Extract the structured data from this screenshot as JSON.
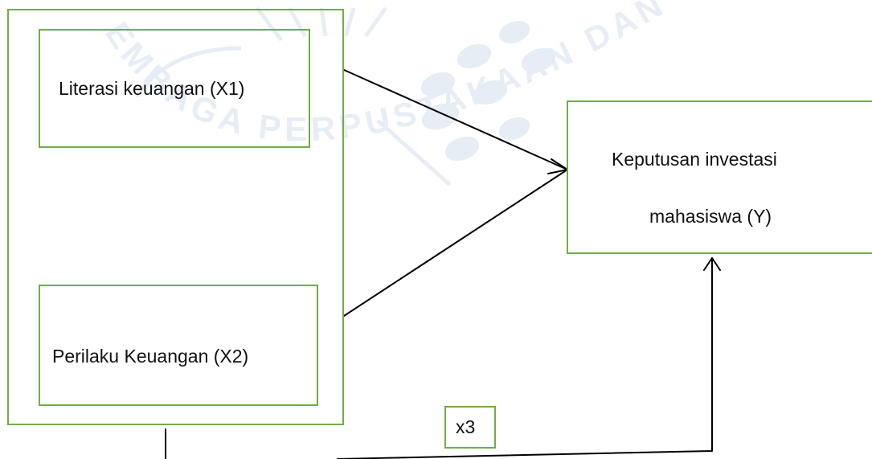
{
  "diagram": {
    "nodes": {
      "x1": {
        "label": "Literasi keuangan (X1)"
      },
      "x2": {
        "label": "Perilaku Keuangan (X2)"
      },
      "y": {
        "line1": "Keputusan investasi",
        "line2": "mahasiswa (Y)"
      },
      "x3": {
        "label": "x3"
      }
    },
    "watermark_text": "EMBAGA PERPUSTAKAAN DAN PENERBITAN"
  },
  "colors": {
    "box_border": "#70ad47",
    "arrow": "#000000",
    "text": "#111111",
    "watermark": "#4a78b5"
  }
}
